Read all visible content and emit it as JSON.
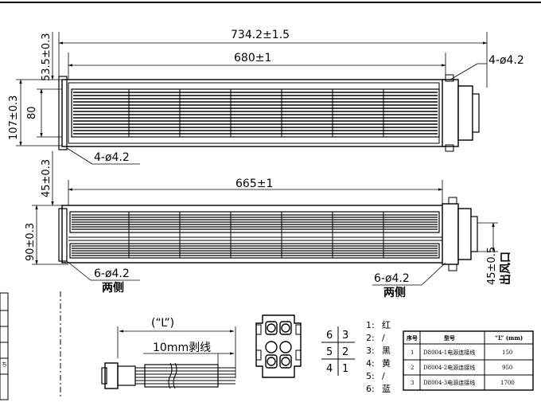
{
  "top_view": {
    "overall_length": "734.2±1.5",
    "body_length": "680±1",
    "top_offset": "53.5±0.3",
    "height_total": "107±0.3",
    "height_inner": "80",
    "hole_right": "4-ø4.2",
    "hole_bottom": "4-ø4.2"
  },
  "side_view": {
    "body_length": "665±1",
    "top_offset": "45±0.3",
    "height": "90±0.3",
    "hole_left": "6-ø4.2",
    "hole_left_side": "两侧",
    "hole_right": "6-ø4.2",
    "hole_right_side": "两侧",
    "outlet_dim": "45±0.5",
    "outlet_label": "出风口"
  },
  "cable": {
    "length_label": "(“L”)",
    "strip_label": "10mm剥线"
  },
  "connector_pins": [
    "6",
    "3",
    "5",
    "2",
    "4",
    "1"
  ],
  "wire_legend": [
    {
      "num": "1:",
      "color": "红"
    },
    {
      "num": "2:",
      "color": "/"
    },
    {
      "num": "3:",
      "color": "黑"
    },
    {
      "num": "4:",
      "color": "黄"
    },
    {
      "num": "5:",
      "color": "/"
    },
    {
      "num": "6:",
      "color": "蓝"
    }
  ],
  "spec_table": {
    "headers": [
      "序号",
      "型号",
      "“L” (mm)"
    ],
    "rows": [
      [
        "1",
        "D8004-1电源连接线",
        "150"
      ],
      [
        "2",
        "D8004-2电源连接线",
        "950"
      ],
      [
        "3",
        "D8004-3电源连接线",
        "1700"
      ]
    ]
  },
  "left_margin_text": "ち"
}
